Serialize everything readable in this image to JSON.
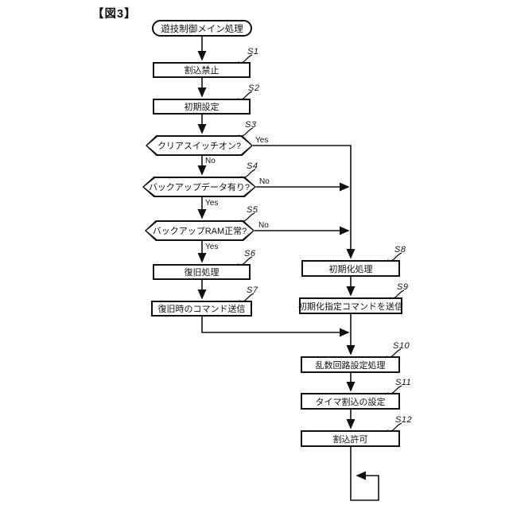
{
  "figure_label": "【図3】",
  "colors": {
    "line": "#111111",
    "background": "#ffffff"
  },
  "flowchart": {
    "start_node": {
      "id": "start",
      "type": "terminator",
      "label": "遊技制御メイン処理"
    },
    "nodes": [
      {
        "id": "S1",
        "type": "process",
        "label": "割込禁止"
      },
      {
        "id": "S2",
        "type": "process",
        "label": "初期設定"
      },
      {
        "id": "S3",
        "type": "decision",
        "label": "クリアスイッチオン?"
      },
      {
        "id": "S4",
        "type": "decision",
        "label": "バックアップデータ有り?"
      },
      {
        "id": "S5",
        "type": "decision",
        "label": "バックアップRAM正常?"
      },
      {
        "id": "S6",
        "type": "process",
        "label": "復旧処理"
      },
      {
        "id": "S7",
        "type": "process",
        "label": "復旧時のコマンド送信"
      },
      {
        "id": "S8",
        "type": "process",
        "label": "初期化処理"
      },
      {
        "id": "S9",
        "type": "process",
        "label": "初期化指定コマンドを送信"
      },
      {
        "id": "S10",
        "type": "process",
        "label": "乱数回路設定処理"
      },
      {
        "id": "S11",
        "type": "process",
        "label": "タイマ割込の設定"
      },
      {
        "id": "S12",
        "type": "process",
        "label": "割込許可"
      }
    ],
    "branch_labels": {
      "yes": "Yes",
      "no": "No"
    },
    "edges": [
      {
        "from": "start",
        "to": "S1"
      },
      {
        "from": "S1",
        "to": "S2"
      },
      {
        "from": "S2",
        "to": "S3"
      },
      {
        "from": "S3",
        "to": "S4",
        "label": "No"
      },
      {
        "from": "S3",
        "to": "S8",
        "label": "Yes"
      },
      {
        "from": "S4",
        "to": "S5",
        "label": "Yes"
      },
      {
        "from": "S4",
        "to": "S8",
        "label": "No"
      },
      {
        "from": "S5",
        "to": "S6",
        "label": "Yes"
      },
      {
        "from": "S5",
        "to": "S8",
        "label": "No"
      },
      {
        "from": "S6",
        "to": "S7"
      },
      {
        "from": "S7",
        "to": "S10"
      },
      {
        "from": "S8",
        "to": "S9"
      },
      {
        "from": "S9",
        "to": "S10"
      },
      {
        "from": "S10",
        "to": "S11"
      },
      {
        "from": "S11",
        "to": "S12"
      },
      {
        "from": "S12",
        "to": "loop-back"
      }
    ]
  }
}
